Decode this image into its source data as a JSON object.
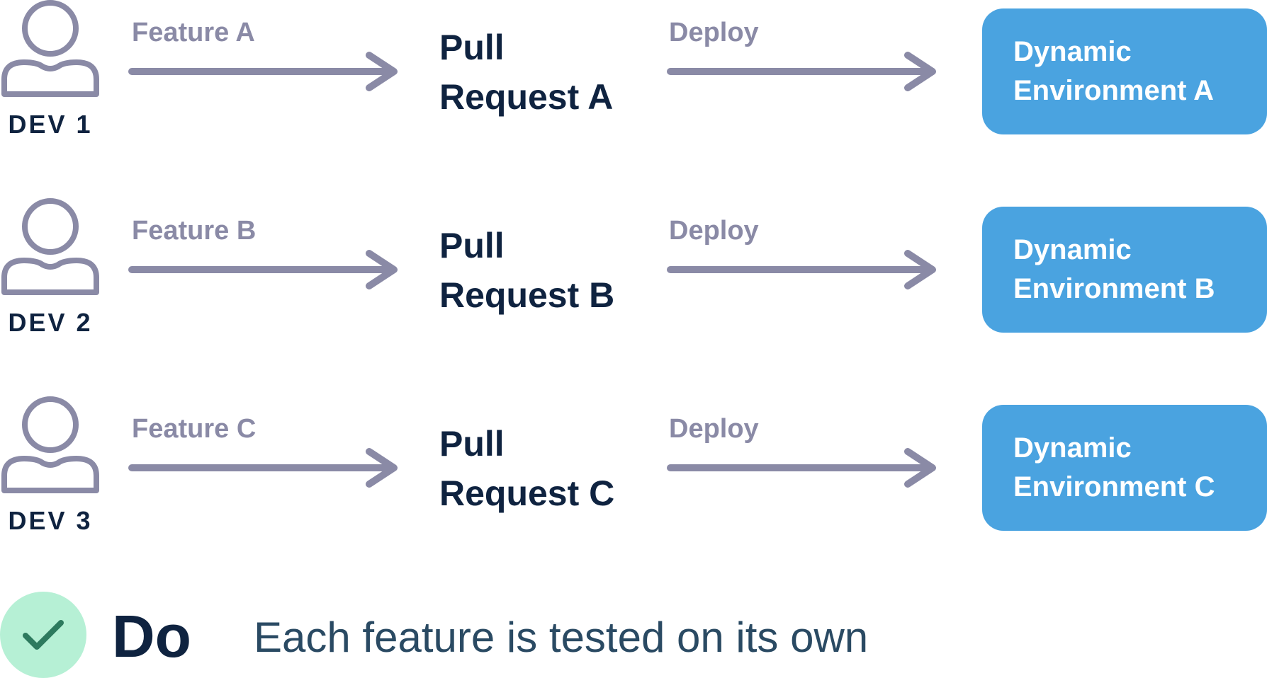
{
  "rows": [
    {
      "dev": "DEV 1",
      "feature": "Feature A",
      "pull_line1": "Pull",
      "pull_line2": "Request A",
      "deploy": "Deploy",
      "env_line1": "Dynamic",
      "env_line2": "Environment A"
    },
    {
      "dev": "DEV 2",
      "feature": "Feature B",
      "pull_line1": "Pull",
      "pull_line2": "Request B",
      "deploy": "Deploy",
      "env_line1": "Dynamic",
      "env_line2": "Environment B"
    },
    {
      "dev": "DEV 3",
      "feature": "Feature C",
      "pull_line1": "Pull",
      "pull_line2": "Request C",
      "deploy": "Deploy",
      "env_line1": "Dynamic",
      "env_line2": "Environment C"
    }
  ],
  "footer": {
    "heading": "Do",
    "description": "Each feature is tested on its own",
    "icon": "check-icon"
  },
  "colors": {
    "arrow": "#8a8aa6",
    "dark_text": "#0f2340",
    "environment_box": "#4aa3e0",
    "check_circle": "#b6f0d5",
    "check_mark": "#2d7a5e"
  }
}
